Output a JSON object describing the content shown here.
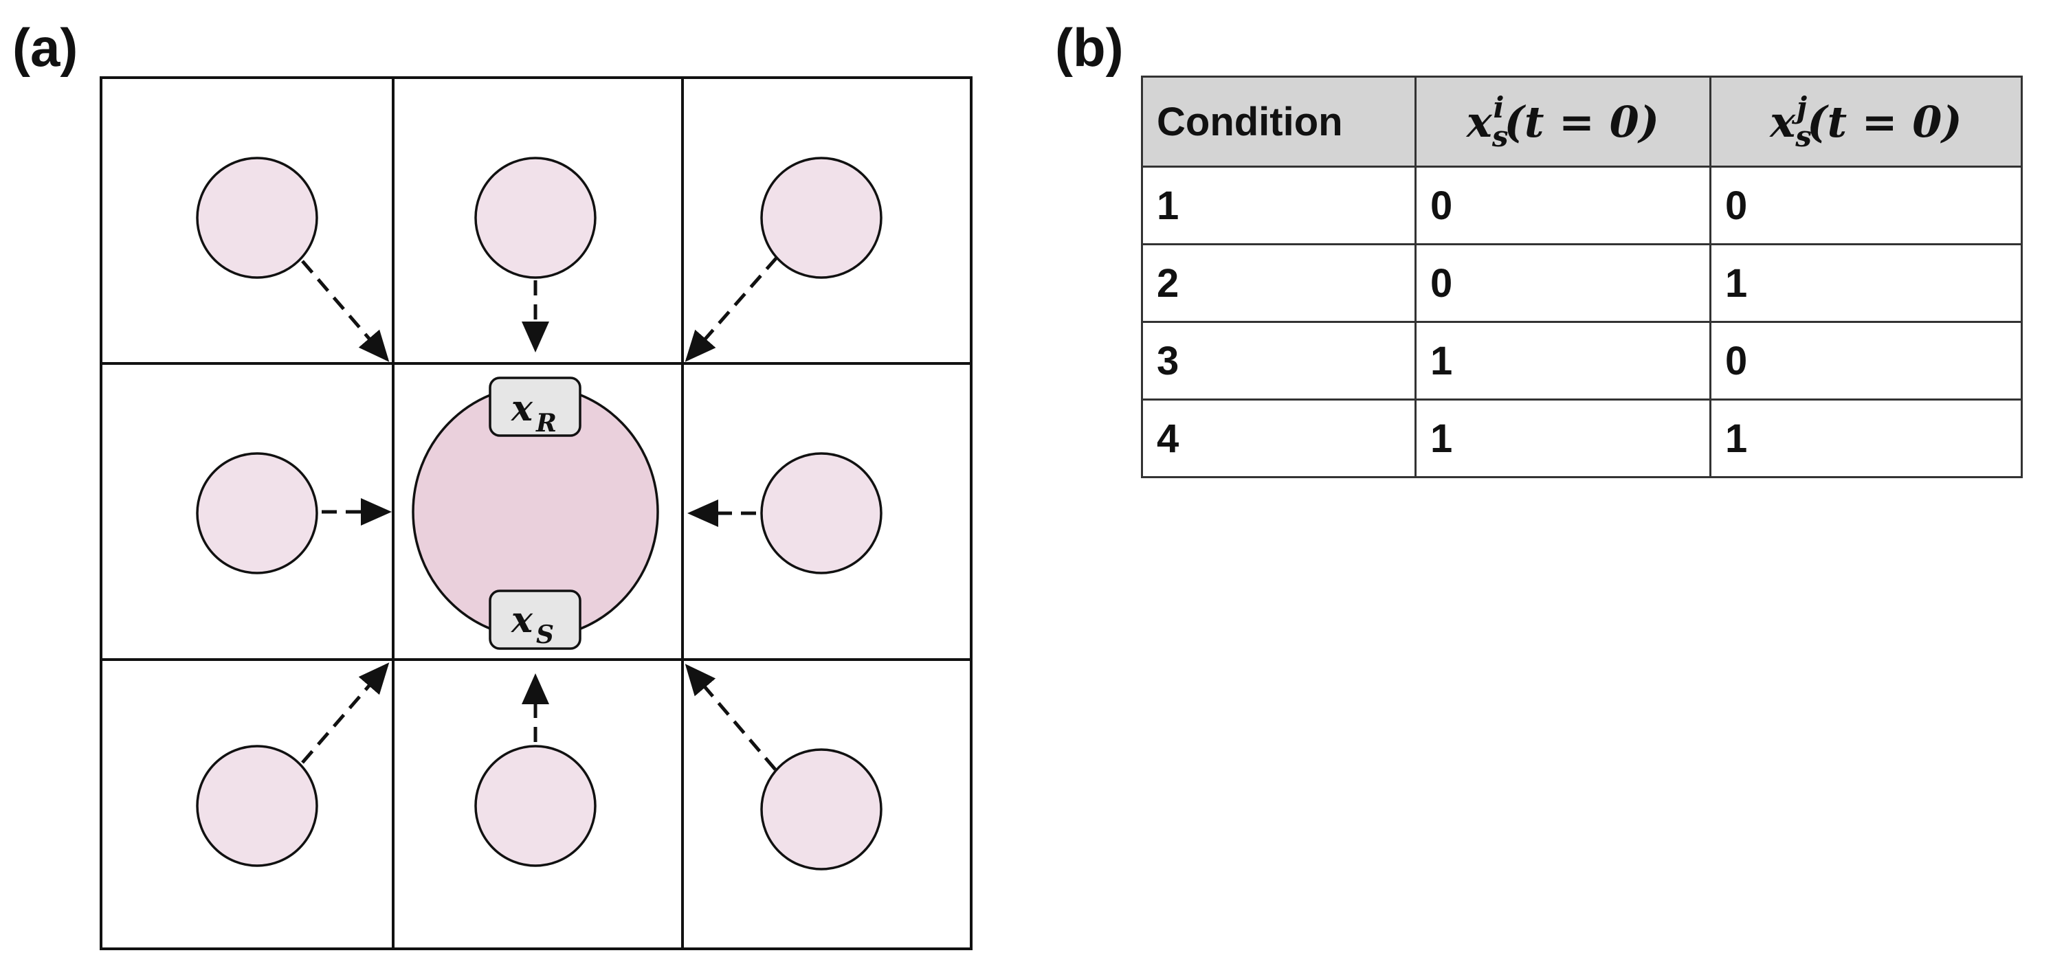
{
  "panel_a": {
    "label": "(a)",
    "center_cell": {
      "receptor_label": "x",
      "receptor_sub": "R",
      "sender_label": "x",
      "sender_sub": "S"
    },
    "neighbors": [
      "top-left",
      "top",
      "top-right",
      "left",
      "right",
      "bottom-left",
      "bottom",
      "bottom-right"
    ],
    "colors": {
      "neighbor_fill": "#f1e1ea",
      "center_fill": "#ead0dc",
      "box_fill": "#e6e6e6",
      "line": "#111111"
    }
  },
  "panel_b": {
    "label": "(b)",
    "headers": {
      "condition": "Condition",
      "xi": {
        "base": "x",
        "sub": "s",
        "sup": "i",
        "arg": "(t = 0)"
      },
      "xj": {
        "base": "x",
        "sub": "s",
        "sup": "j",
        "arg": "(t = 0)"
      }
    },
    "rows": [
      {
        "condition": "1",
        "xi": "0",
        "xj": "0"
      },
      {
        "condition": "2",
        "xi": "0",
        "xj": "1"
      },
      {
        "condition": "3",
        "xi": "1",
        "xj": "0"
      },
      {
        "condition": "4",
        "xi": "1",
        "xj": "1"
      }
    ],
    "colors": {
      "header_fill": "#d4d4d4",
      "border": "#333333"
    }
  }
}
